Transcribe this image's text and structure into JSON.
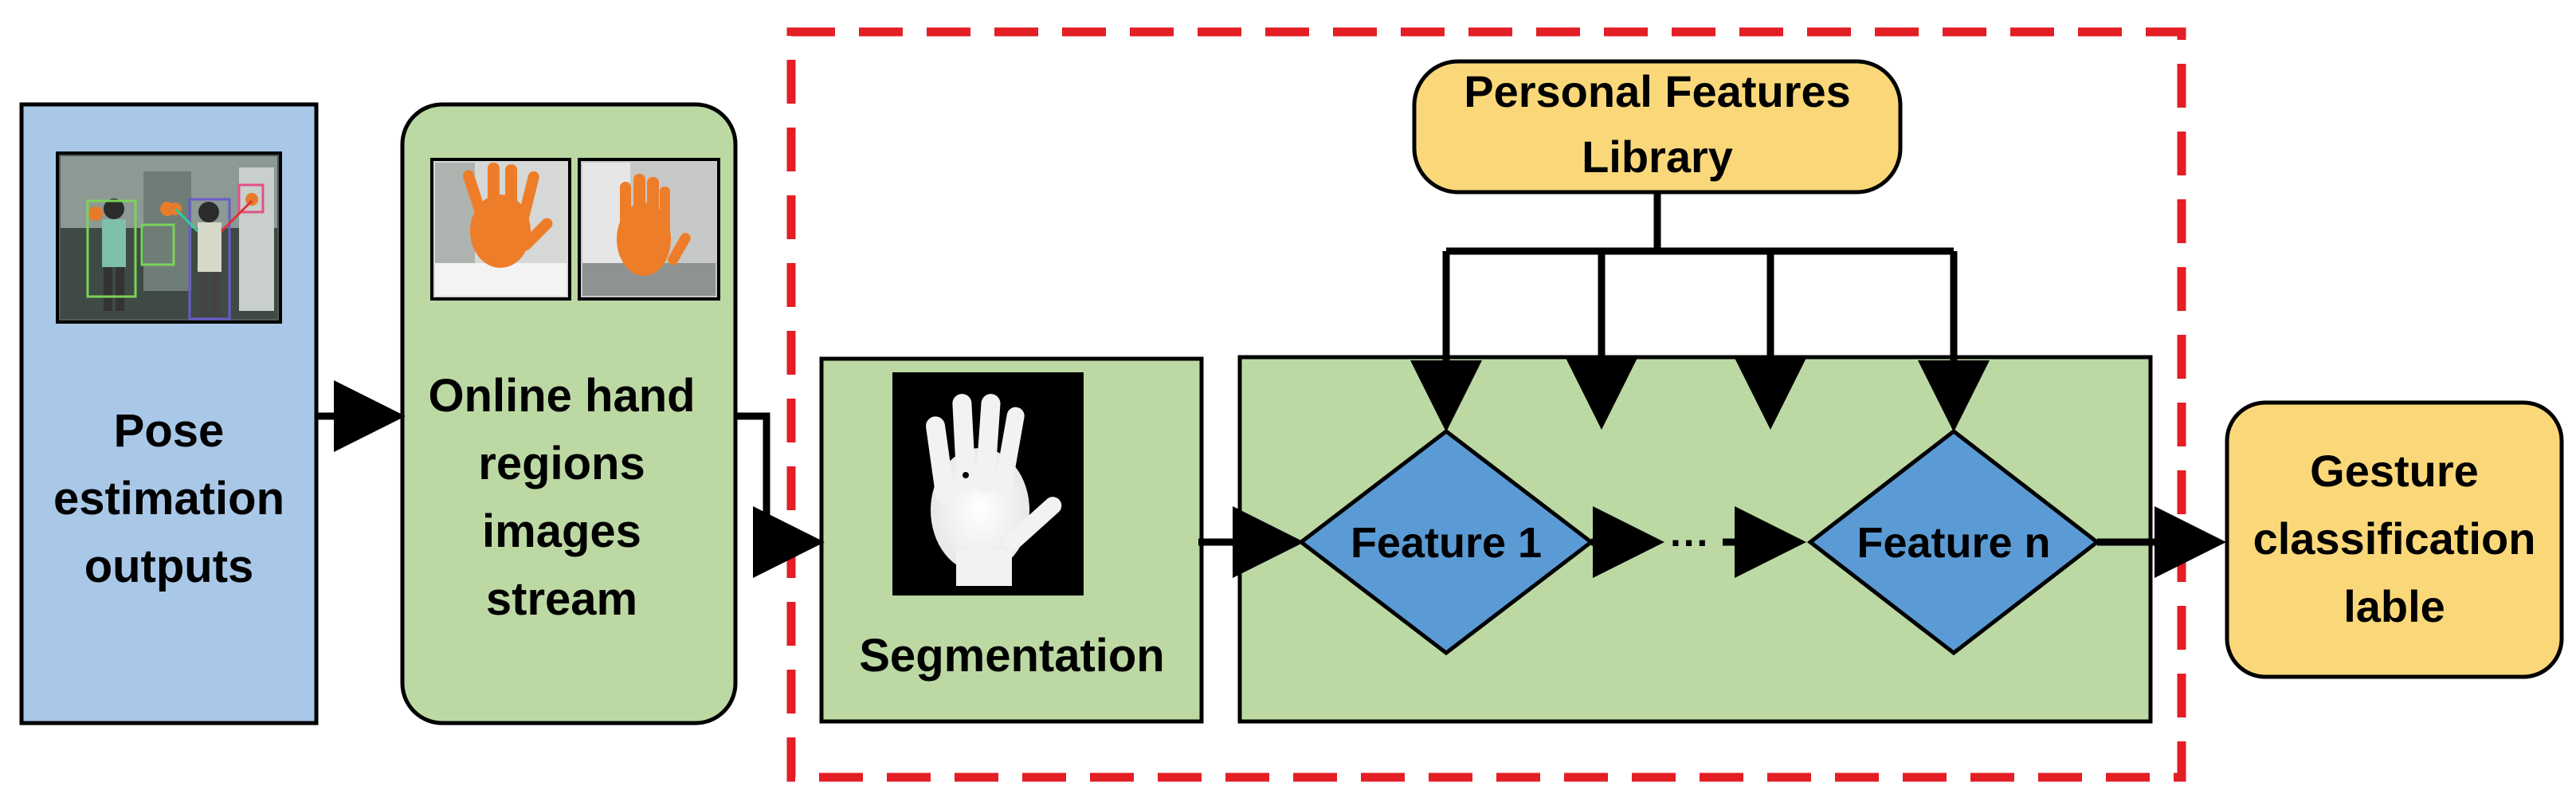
{
  "diagram": {
    "pose_box": {
      "lines": [
        "Pose",
        "estimation",
        "outputs"
      ],
      "image": "two-people-pose-detection-thumbnail"
    },
    "hand_box": {
      "lines": [
        "Online hand",
        "regions",
        "images",
        "stream"
      ],
      "images": [
        "orange-gloved-hand-crop-1",
        "orange-gloved-hand-crop-2"
      ]
    },
    "segmentation_box": {
      "label": "Segmentation",
      "image": "binary-hand-mask"
    },
    "library_box": {
      "lines": [
        "Personal Features",
        "Library"
      ]
    },
    "features": {
      "feature_1": "Feature 1",
      "ellipsis": "···",
      "feature_n": "Feature n"
    },
    "output_box": {
      "lines": [
        "Gesture",
        "classification",
        "lable"
      ]
    },
    "colors": {
      "pose_fill": "#a9c8e8",
      "green_fill": "#bcd9a4",
      "yellow_fill": "#fad87a",
      "diamond_fill": "#5b9bd5",
      "dashed_border": "#e31e24",
      "line": "#000000"
    }
  }
}
